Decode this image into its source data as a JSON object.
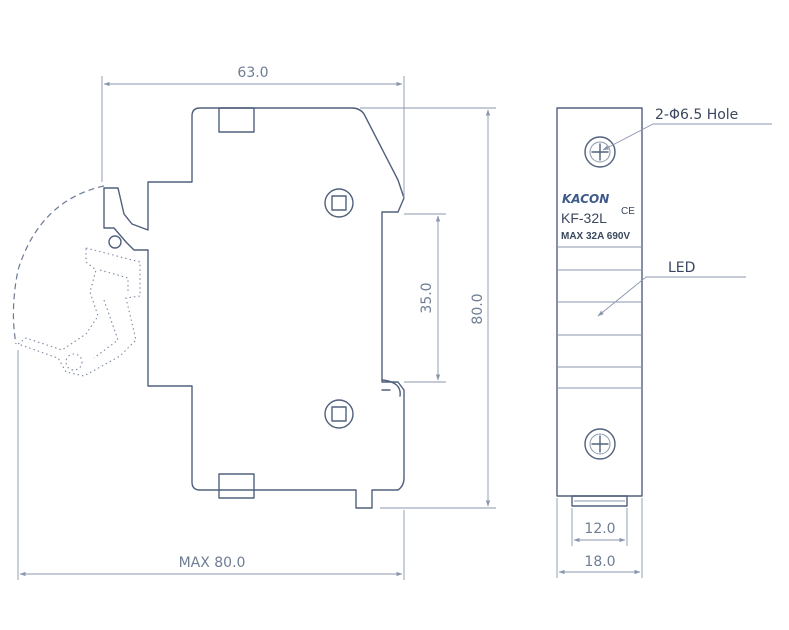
{
  "dimensions": {
    "top_width": "63.0",
    "height_total": "80.0",
    "rail_spacing": "35.0",
    "max_depth": "MAX 80.0",
    "front_inner_width": "12.0",
    "front_width": "18.0"
  },
  "callouts": {
    "hole": "2-Φ6.5 Hole",
    "led": "LED"
  },
  "front_panel": {
    "brand": "KACON",
    "model": "KF-32L",
    "ce_mark": "CE",
    "rating": "MAX 32A 690V"
  },
  "colors": {
    "line": "#50607c",
    "dimension": "#8a97ad",
    "brand": "#3e5a8a"
  }
}
